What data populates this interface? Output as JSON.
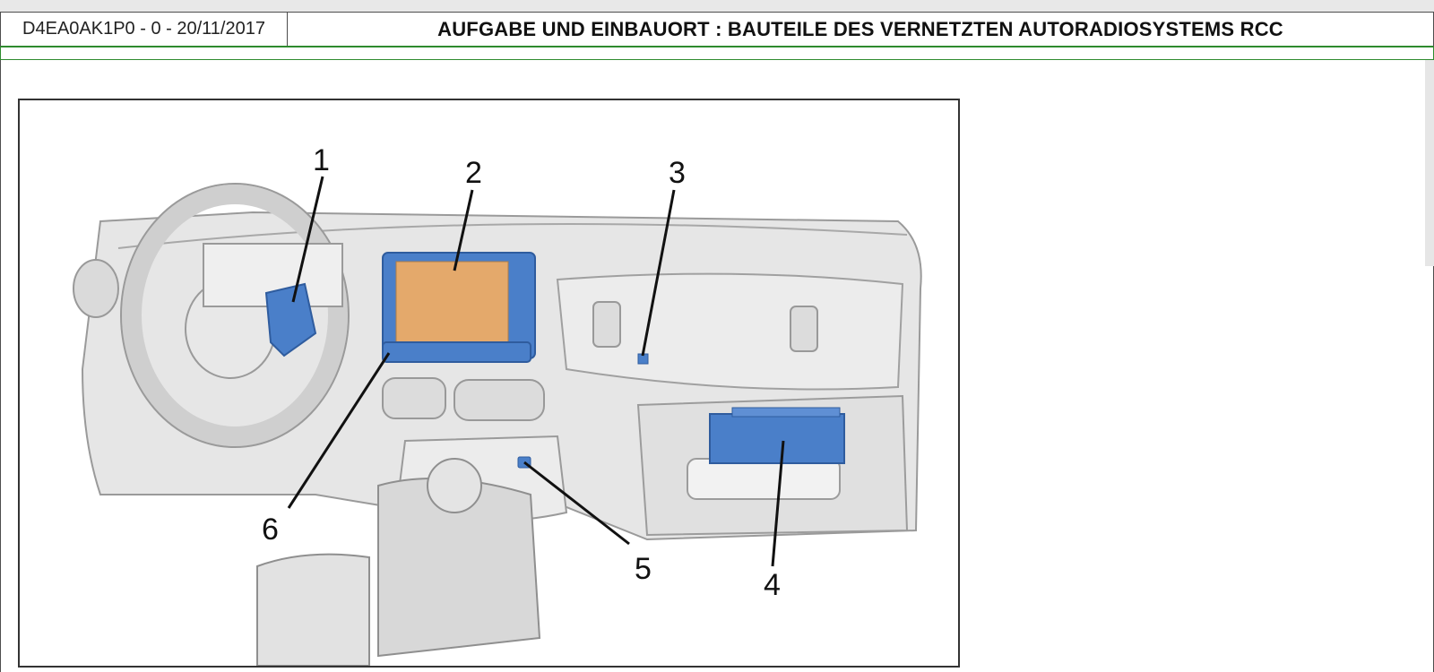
{
  "header": {
    "doc_ref": "D4EA0AK1P0 - 0 - 20/11/2017",
    "title": "AUFGABE UND EINBAUORT : BAUTEILE DES VERNETZTEN AUTORADIOSYSTEMS RCC"
  },
  "figure": {
    "callouts": [
      "1",
      "2",
      "3",
      "4",
      "5",
      "6"
    ],
    "colors": {
      "component_blue": "#4a7fc9",
      "screen_orange": "#e4a96b",
      "dashboard_grey": "#e3e3e3",
      "outline": "#9a9a9a"
    }
  }
}
